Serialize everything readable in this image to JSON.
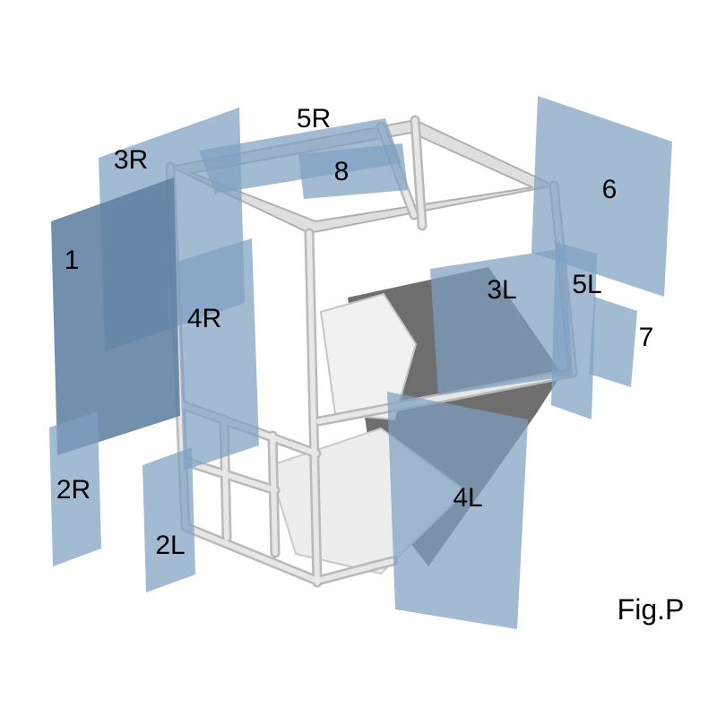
{
  "figure": {
    "caption": "Fig.P"
  },
  "diagram": {
    "colors": {
      "glass": "#7fa0c2",
      "glass_dark": "#5f81a3",
      "frame_light": "#e7e7e7",
      "frame_mid": "#b9b9b9",
      "interior_shade": "#6e6e6e",
      "label_text": "#000000"
    },
    "labels": [
      {
        "text": "1"
      },
      {
        "text": "2R"
      },
      {
        "text": "2L"
      },
      {
        "text": "3R"
      },
      {
        "text": "3L"
      },
      {
        "text": "4R"
      },
      {
        "text": "4L"
      },
      {
        "text": "5R"
      },
      {
        "text": "5L"
      },
      {
        "text": "6"
      },
      {
        "text": "7"
      },
      {
        "text": "8"
      }
    ]
  }
}
